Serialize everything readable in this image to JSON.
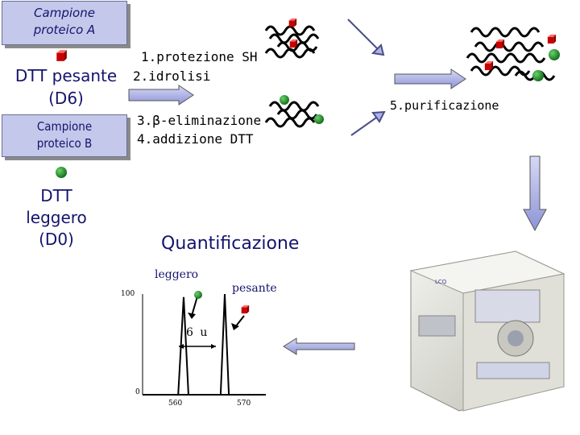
{
  "labels": {
    "sample_a": "Campione\nproteico A",
    "sample_b": "Campione\nproteico B",
    "dtt_heavy": "DTT pesante\n(D6)",
    "dtt_light": "DTT\nleggero\n(D0)",
    "step1": "1.protezione SH",
    "step2": "2.idrolisi",
    "step3": "3.β-eliminazione",
    "step4": "4.addizione DTT",
    "step5": "5.purificazione",
    "quant": "Quantificazione",
    "peak_light": "leggero",
    "peak_heavy": "pesante",
    "delta": "6 u"
  },
  "colors": {
    "box_fill": "#c4c8ea",
    "heavy_tag": "#e01010",
    "light_tag": "#1f8a2a",
    "arrow_fill": "#aeb3e6",
    "title_text": "#14146e"
  },
  "icons": [
    "red-cube-icon",
    "green-circle-icon",
    "arrow-icon",
    "hplc-instrument-icon"
  ],
  "chart_data": {
    "type": "line",
    "title": "",
    "xlabel": "",
    "ylabel": "",
    "x_ticks": [
      "560",
      "570"
    ],
    "y_ticks": [
      "0",
      "100"
    ],
    "xlim": [
      555,
      573
    ],
    "ylim": [
      0,
      100
    ],
    "series": [
      {
        "name": "leggero",
        "x": [
          555,
          558.5,
          560.2,
          561,
          561.7,
          563,
          573
        ],
        "y": [
          0,
          0,
          0,
          97,
          0,
          0,
          0
        ]
      },
      {
        "name": "pesante",
        "x": [
          555,
          565,
          566.4,
          567,
          567.6,
          569,
          573
        ],
        "y": [
          0,
          0,
          0,
          100,
          0,
          0,
          0
        ]
      }
    ]
  }
}
